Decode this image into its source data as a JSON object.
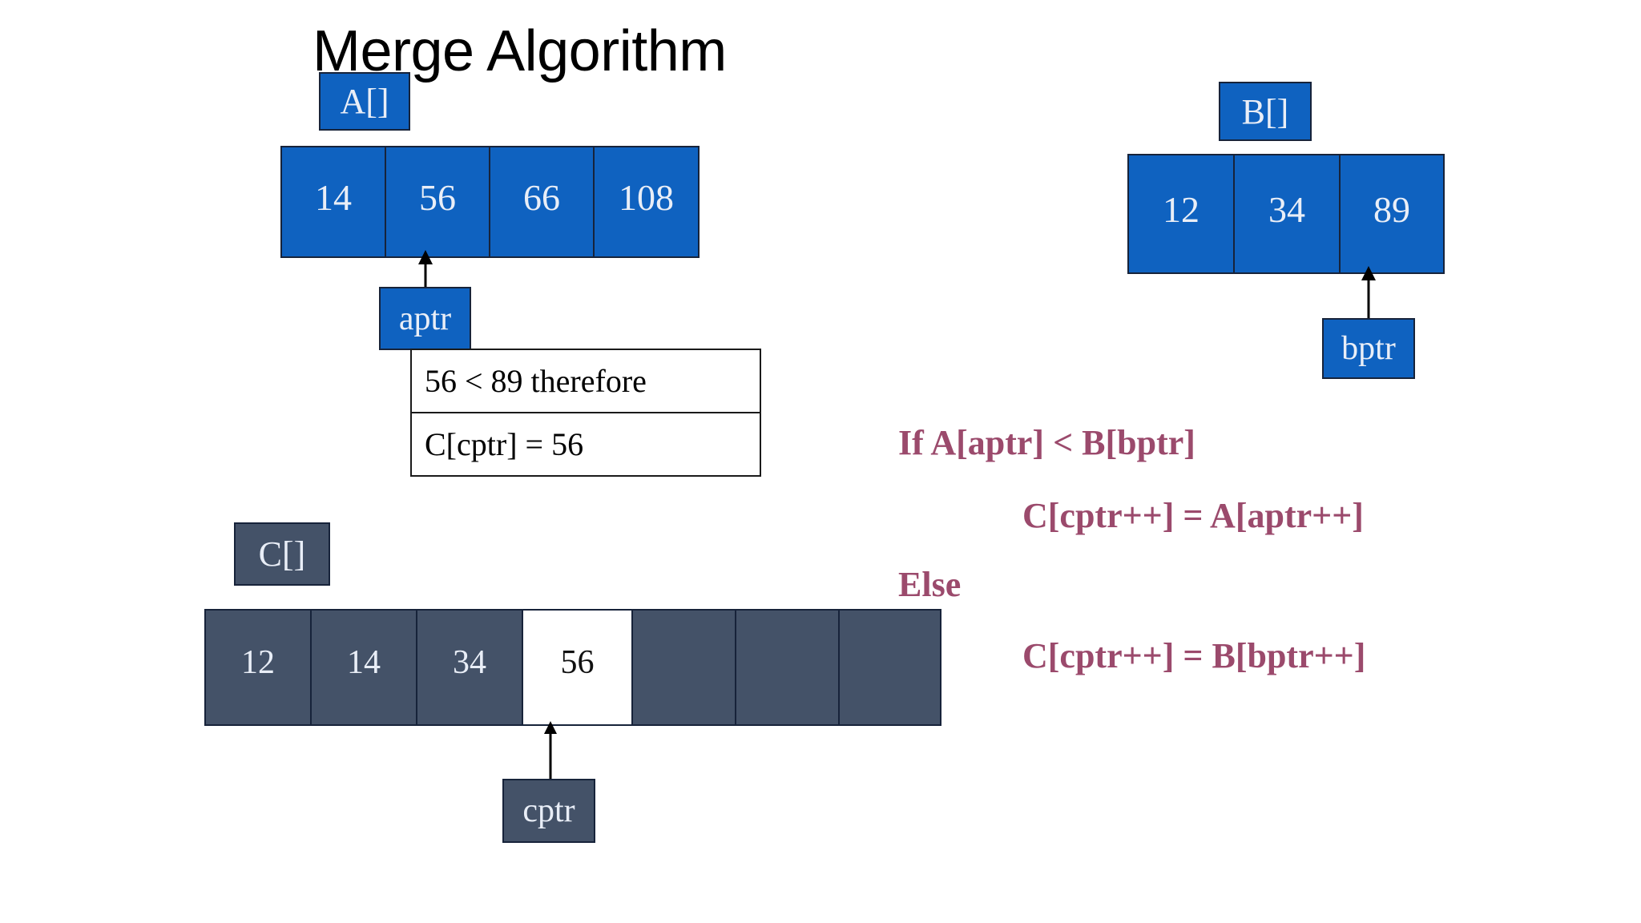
{
  "slide": {
    "title": "Merge Algorithm",
    "background_color": "#ffffff",
    "blue_color": "#0f62c0",
    "slate_color": "#445268",
    "accent_color": "#9b4a6c",
    "border_color": "#17233a"
  },
  "arrays": {
    "a": {
      "label": "A[]",
      "cells": [
        "14",
        "56",
        "66",
        "108"
      ],
      "pointer": {
        "name": "aptr",
        "index": 1
      }
    },
    "b": {
      "label": "B[]",
      "cells": [
        "12",
        "34",
        "89"
      ],
      "pointer": {
        "name": "bptr",
        "index": 2
      }
    },
    "c": {
      "label": "C[]",
      "cells": [
        "12",
        "14",
        "34",
        "56",
        "",
        "",
        ""
      ],
      "highlight_index": 3,
      "pointer": {
        "name": "cptr",
        "index": 3
      }
    }
  },
  "note": {
    "line1": "56 < 89 therefore",
    "line2": "C[cptr] = 56"
  },
  "pseudocode": {
    "line1": "If A[aptr] < B[bptr]",
    "line2": "C[cptr++] = A[aptr++]",
    "line3": "Else",
    "line4": "C[cptr++] = B[bptr++]"
  }
}
